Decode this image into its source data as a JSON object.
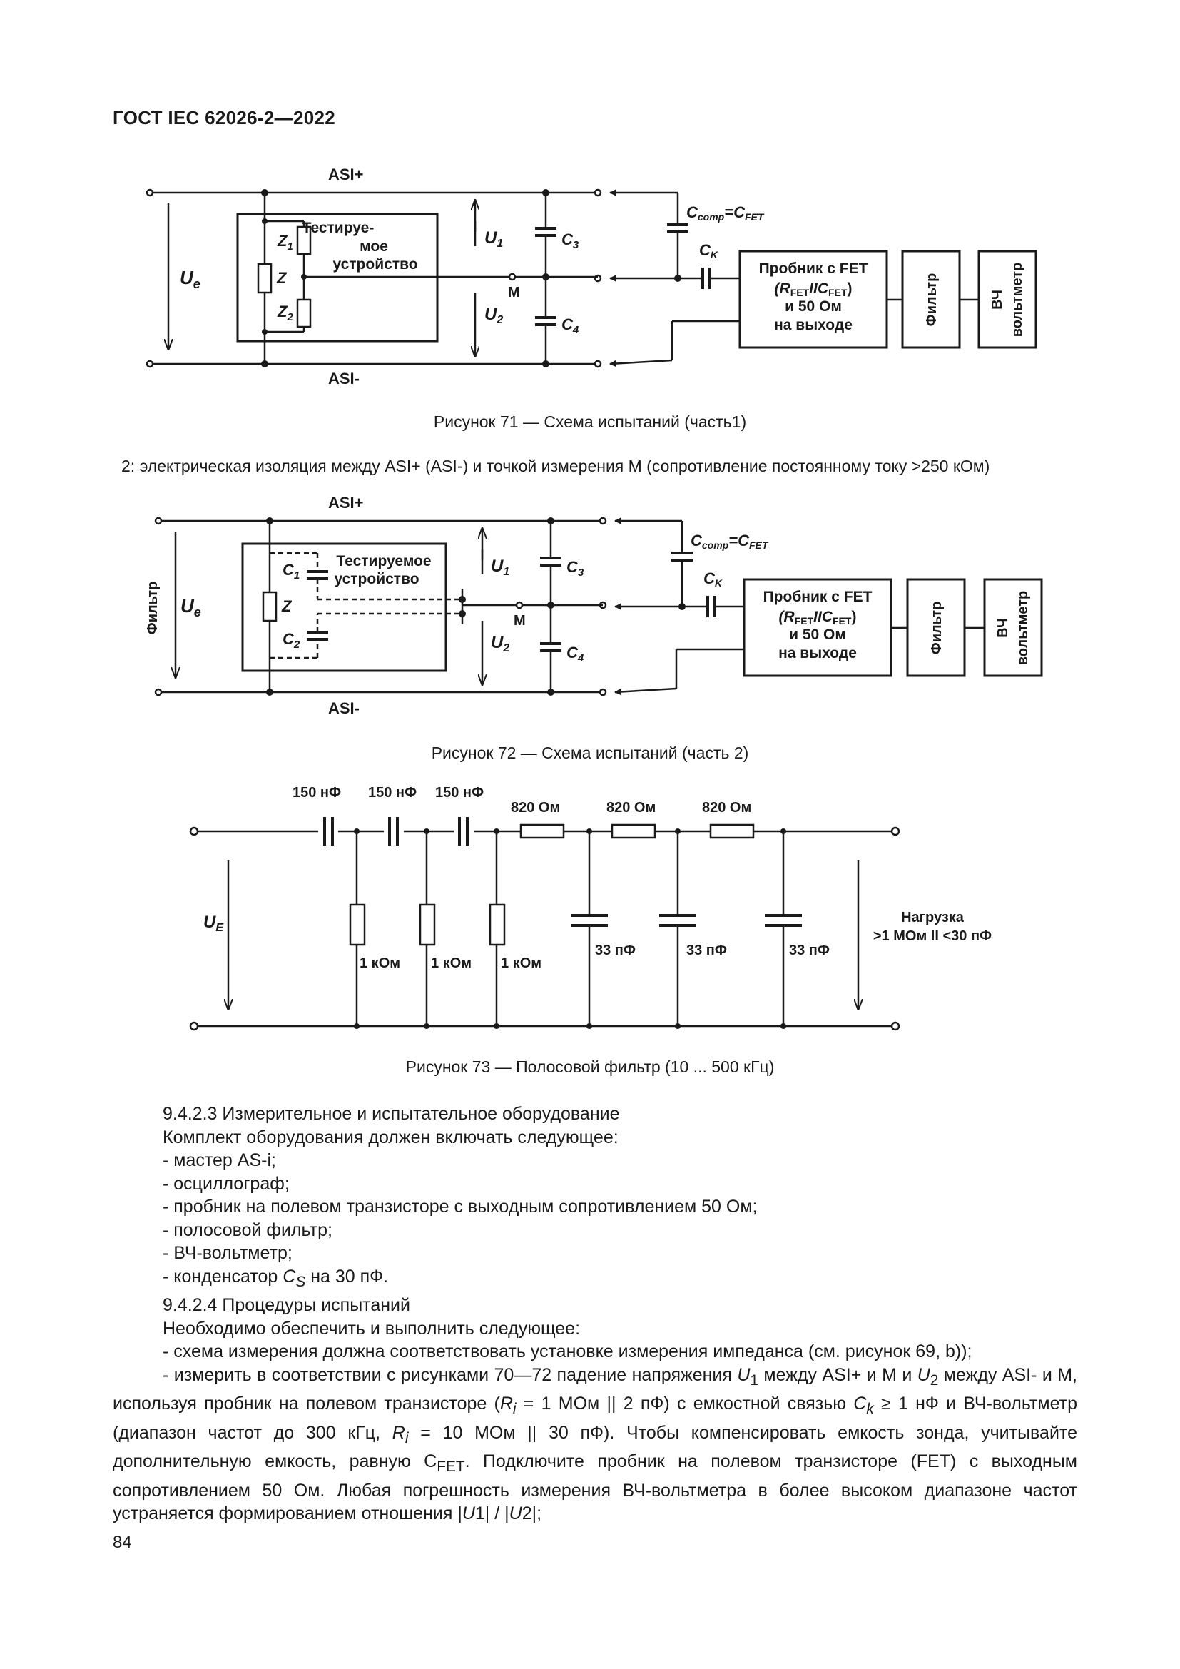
{
  "header": "ГОСТ IEC 62026-2—2022",
  "fig71": {
    "caption": "Рисунок 71 — Схема испытаний (часть1)",
    "asi_plus": "ASI+",
    "asi_minus": "ASI-",
    "ue": "U",
    "ue_sub": "e",
    "dut_line1": "Тестируе-",
    "dut_line2": "мое",
    "dut_line3": "устройство",
    "z": "Z",
    "z1": "Z",
    "z1_sub": "1",
    "z2": "Z",
    "z2_sub": "2",
    "u1": "U",
    "u1_sub": "1",
    "u2": "U",
    "u2_sub": "2",
    "m": "M",
    "c3": "C",
    "c3_sub": "3",
    "c4": "C",
    "c4_sub": "4",
    "ccomp": "C",
    "ccomp_sub": "comp",
    "ccomp_eq": "=C",
    "ccomp_eq_sub": "FET",
    "ck": "C",
    "ck_sub": "K",
    "probe_l1": "Пробник с FET",
    "probe_l2a": "(R",
    "probe_l2b": "FET",
    "probe_l2c": "IIC",
    "probe_l2d": "FET",
    "probe_l2e": ")",
    "probe_l3": "и 50 Ом",
    "probe_l4": "на выходе",
    "filter": "Фильтр",
    "rf_l1": "ВЧ",
    "rf_l2": "вольтметр"
  },
  "note": "2: электрическая изоляция между ASI+ (ASI-) и точкой измерения M (сопротивление постоянному току >250 кОм)",
  "fig72": {
    "caption": "Рисунок 72 — Схема испытаний (часть 2)",
    "side_filter": "Фильтр",
    "dut_line1": "Тестируемое",
    "dut_line2": "устройство",
    "c1": "C",
    "c1_sub": "1",
    "c2": "C",
    "c2_sub": "2"
  },
  "fig73": {
    "caption": "Рисунок 73 — Полосовой фильтр (10 ... 500 кГц)",
    "cap_top": "150 нФ",
    "res_top": "820 Ом",
    "res_1k": "1 кОм",
    "cap_33": "33 пФ",
    "ue": "U",
    "ue_sub": "E",
    "load_l1": "Нагрузка",
    "load_l2": ">1 МОм II <30 пФ"
  },
  "body": {
    "l1": "9.4.2.3 Измерительное и испытательное оборудование",
    "l2": "Комплект оборудования должен включать следующее:",
    "l3": "- мастер AS-i;",
    "l4": "- осциллограф;",
    "l5": "- пробник на полевом транзисторе с выходным сопротивлением 50 Ом;",
    "l6": "- полосовой фильтр;",
    "l7": "- ВЧ-вольтметр;",
    "l8a": "- конденсатор ",
    "l8b": "C",
    "l8c": "S",
    "l8d": " на 30 пФ.",
    "l9": "9.4.2.4 Процедуры испытаний",
    "l10": "Необходимо обеспечить и выполнить следующее:",
    "l11": "- схема измерения должна соответствовать установке измерения импеданса (см. рисунок 69, b));",
    "p12a": "- измерить в соответствии с рисунками 70—72 падение напряжения ",
    "p12b": "U",
    "p12c": "1",
    "p12d": " между ASI+ и M и ",
    "p12e": "U",
    "p12f": "2",
    "p12g": " между ASI- и M, используя пробник на полевом транзисторе (",
    "p12h": "R",
    "p12i": "i",
    "p12j": " = 1 МОм || 2 пФ) с емкостной связью ",
    "p12k": "C",
    "p12l": "k",
    "p12m": " ≥ 1 нФ и ВЧ-вольтметр (диапазон частот до 300 кГц, ",
    "p12n": "R",
    "p12o": "i",
    "p12p": " = 10 МОм || 30 пФ). Чтобы компенсировать емкость зонда, учитывайте дополнительную емкость, равную C",
    "p12q": "FET",
    "p12r": ". Подключите пробник на полевом транзисторе (FET) с выходным сопротивлением 50 Ом. Любая погрешность измерения ВЧ-вольтметра в более высоком диапазоне частот устраняется формированием отношения |",
    "p12s": "U",
    "p12t": "1| / |",
    "p12u": "U",
    "p12v": "2|;"
  },
  "page_number": "84"
}
